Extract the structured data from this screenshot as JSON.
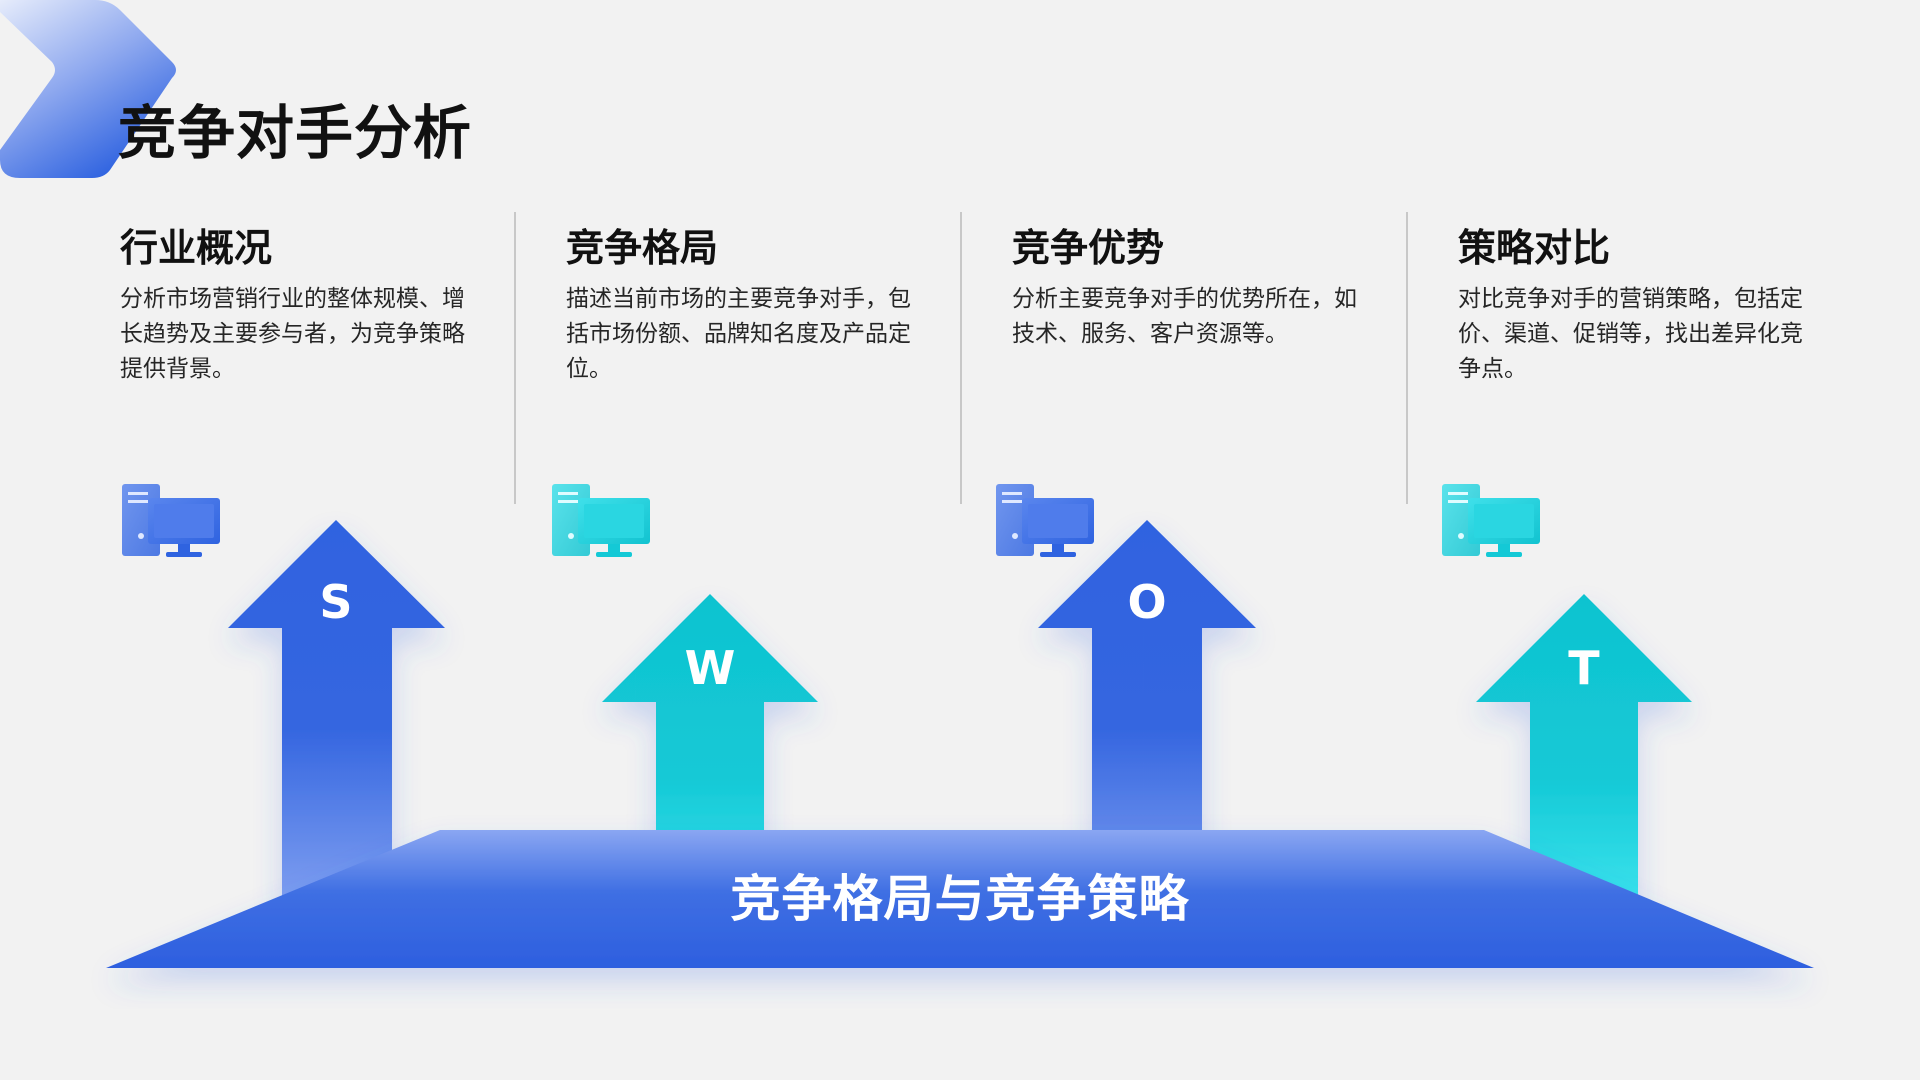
{
  "title": "竞争对手分析",
  "columns": [
    {
      "heading": "行业概况",
      "desc": "分析市场营销行业的整体规模、增长趋势及主要参与者，为竞争策略提供背景。",
      "letter": "S",
      "icon": "computer-icon",
      "color": "#2f63e0"
    },
    {
      "heading": "竞争格局",
      "desc": "描述当前市场的主要竞争对手，包括市场份额、品牌知名度及产品定位。",
      "letter": "W",
      "icon": "computer-icon",
      "color": "#14c9d6"
    },
    {
      "heading": "竞争优势",
      "desc": "分析主要竞争对手的优势所在，如技术、服务、客户资源等。",
      "letter": "O",
      "icon": "computer-icon",
      "color": "#2f63e0"
    },
    {
      "heading": "策略对比",
      "desc": "对比竞争对手的营销策略，包括定价、渠道、促销等，找出差异化竞争点。",
      "letter": "T",
      "icon": "computer-icon",
      "color": "#14c9d6"
    }
  ],
  "base_label": "竞争格局与竞争策略",
  "colors": {
    "blue": "#2f63e0",
    "cyan": "#14c9d6",
    "background": "#f2f2f2"
  }
}
